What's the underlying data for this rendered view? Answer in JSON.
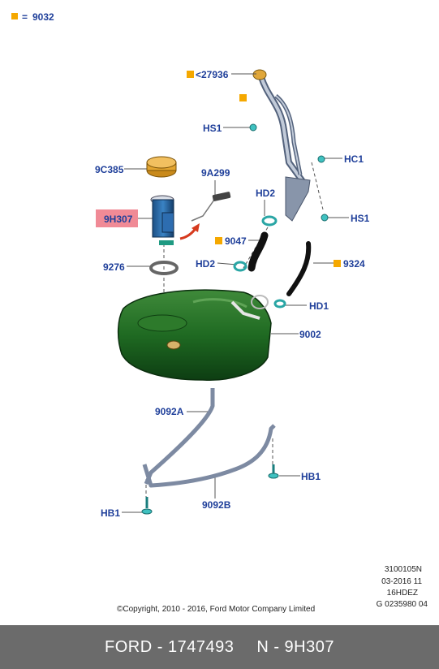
{
  "legend": {
    "symbol_color": "#f5a800",
    "equals": "=",
    "code": "9032"
  },
  "labels": {
    "p27936": "<27936",
    "hs1_top": "HS1",
    "hc1": "HC1",
    "p9c385": "9C385",
    "p9a299": "9A299",
    "hd2_top": "HD2",
    "p9h307": "9H307",
    "hs1_right": "HS1",
    "p9047": "9047",
    "p9276": "9276",
    "hd2_left": "HD2",
    "p9324": "9324",
    "hd1": "HD1",
    "p9002": "9002",
    "p9092a": "9092A",
    "hb1_right": "HB1",
    "hb1_left": "HB1",
    "p9092b": "9092B"
  },
  "highlight_color": "#f08a96",
  "doc_info": {
    "line1": "3100105N",
    "line2": "03-2016 11",
    "line3": "16HDEZ",
    "line4": "G 0235980 04"
  },
  "copyright": "©Copyright, 2010 - 2016, Ford Motor Company Limited",
  "footer": {
    "left": "FORD - 1747493",
    "right": "N - 9H307"
  }
}
